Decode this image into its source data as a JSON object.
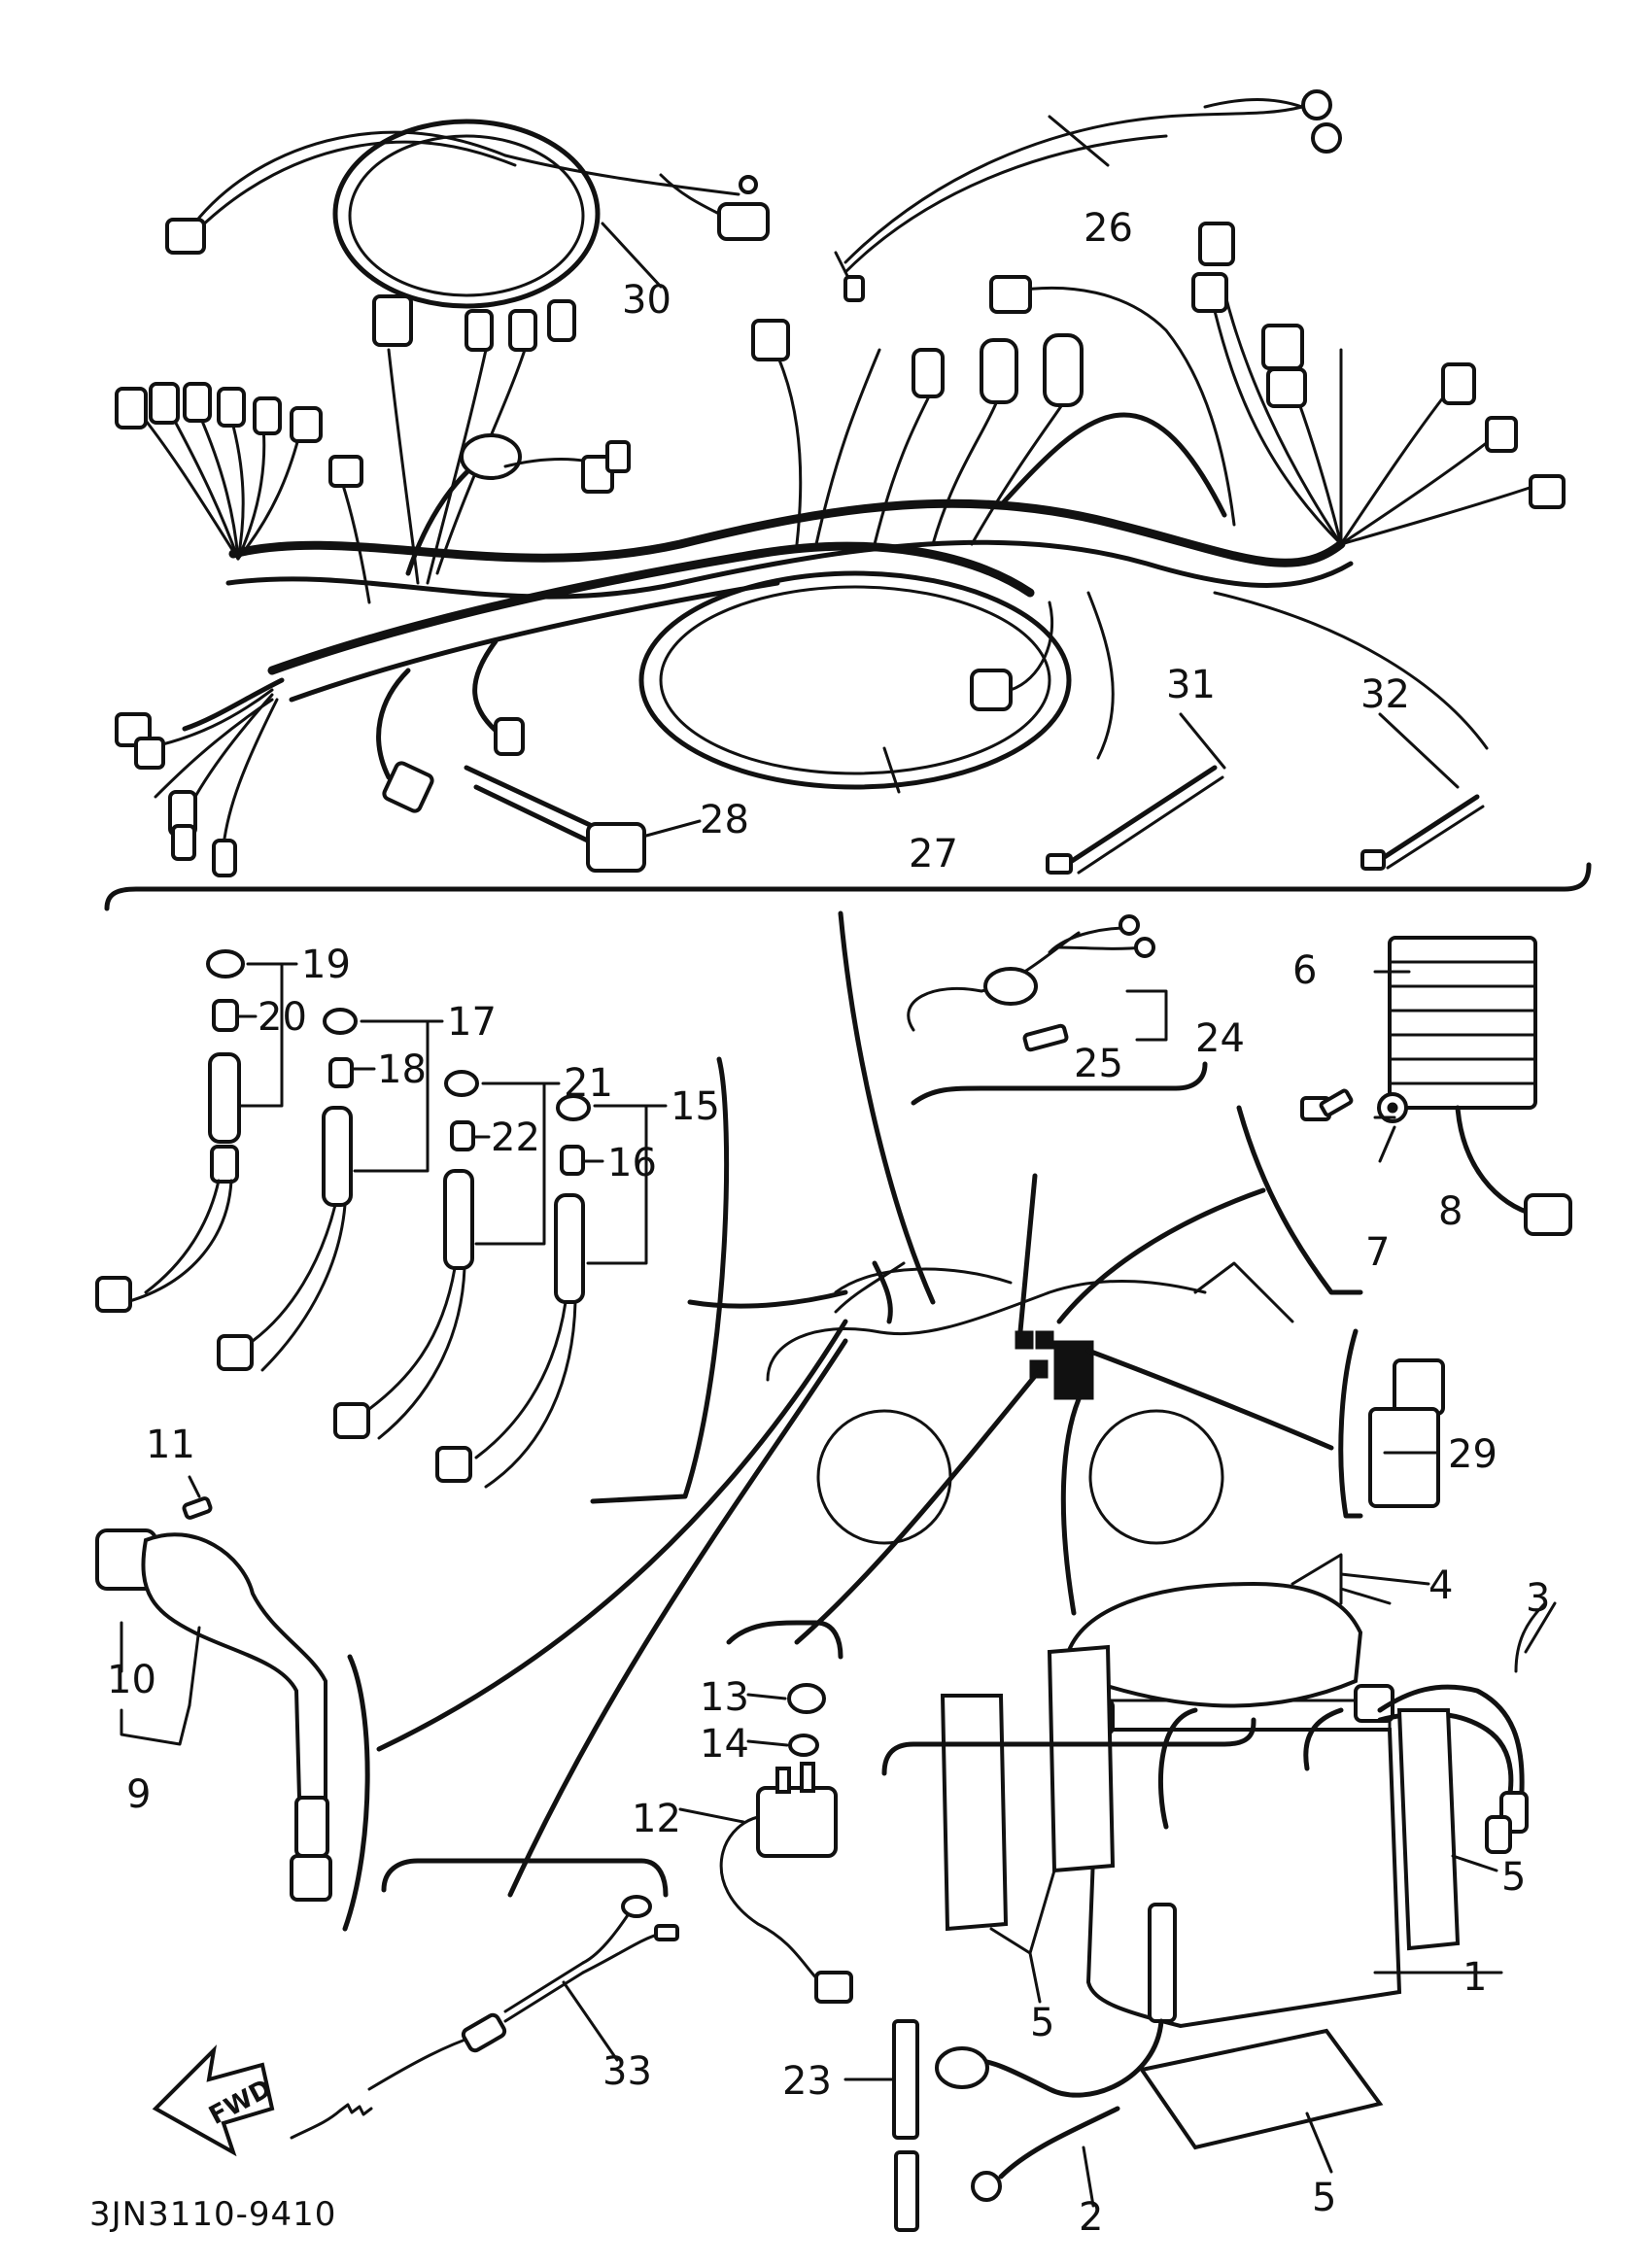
{
  "diagram_code": "3JN3110-9410",
  "fwd_arrow_label": "FWD",
  "callouts": [
    {
      "id": "c1",
      "text": "1"
    },
    {
      "id": "c2",
      "text": "2"
    },
    {
      "id": "c3",
      "text": "3"
    },
    {
      "id": "c4",
      "text": "4"
    },
    {
      "id": "c5a",
      "text": "5"
    },
    {
      "id": "c5b",
      "text": "5"
    },
    {
      "id": "c5c",
      "text": "5"
    },
    {
      "id": "c6",
      "text": "6"
    },
    {
      "id": "c7",
      "text": "7"
    },
    {
      "id": "c8",
      "text": "8"
    },
    {
      "id": "c9",
      "text": "9"
    },
    {
      "id": "c10",
      "text": "10"
    },
    {
      "id": "c11",
      "text": "11"
    },
    {
      "id": "c12",
      "text": "12"
    },
    {
      "id": "c13",
      "text": "13"
    },
    {
      "id": "c14",
      "text": "14"
    },
    {
      "id": "c15",
      "text": "15"
    },
    {
      "id": "c16",
      "text": "16"
    },
    {
      "id": "c17",
      "text": "17"
    },
    {
      "id": "c18",
      "text": "18"
    },
    {
      "id": "c19",
      "text": "19"
    },
    {
      "id": "c20",
      "text": "20"
    },
    {
      "id": "c21",
      "text": "21"
    },
    {
      "id": "c22",
      "text": "22"
    },
    {
      "id": "c23",
      "text": "23"
    },
    {
      "id": "c24",
      "text": "24"
    },
    {
      "id": "c25",
      "text": "25"
    },
    {
      "id": "c26",
      "text": "26"
    },
    {
      "id": "c27",
      "text": "27"
    },
    {
      "id": "c28",
      "text": "28"
    },
    {
      "id": "c29",
      "text": "29"
    },
    {
      "id": "c30",
      "text": "30"
    },
    {
      "id": "c31",
      "text": "31"
    },
    {
      "id": "c32",
      "text": "32"
    },
    {
      "id": "c33",
      "text": "33"
    }
  ]
}
